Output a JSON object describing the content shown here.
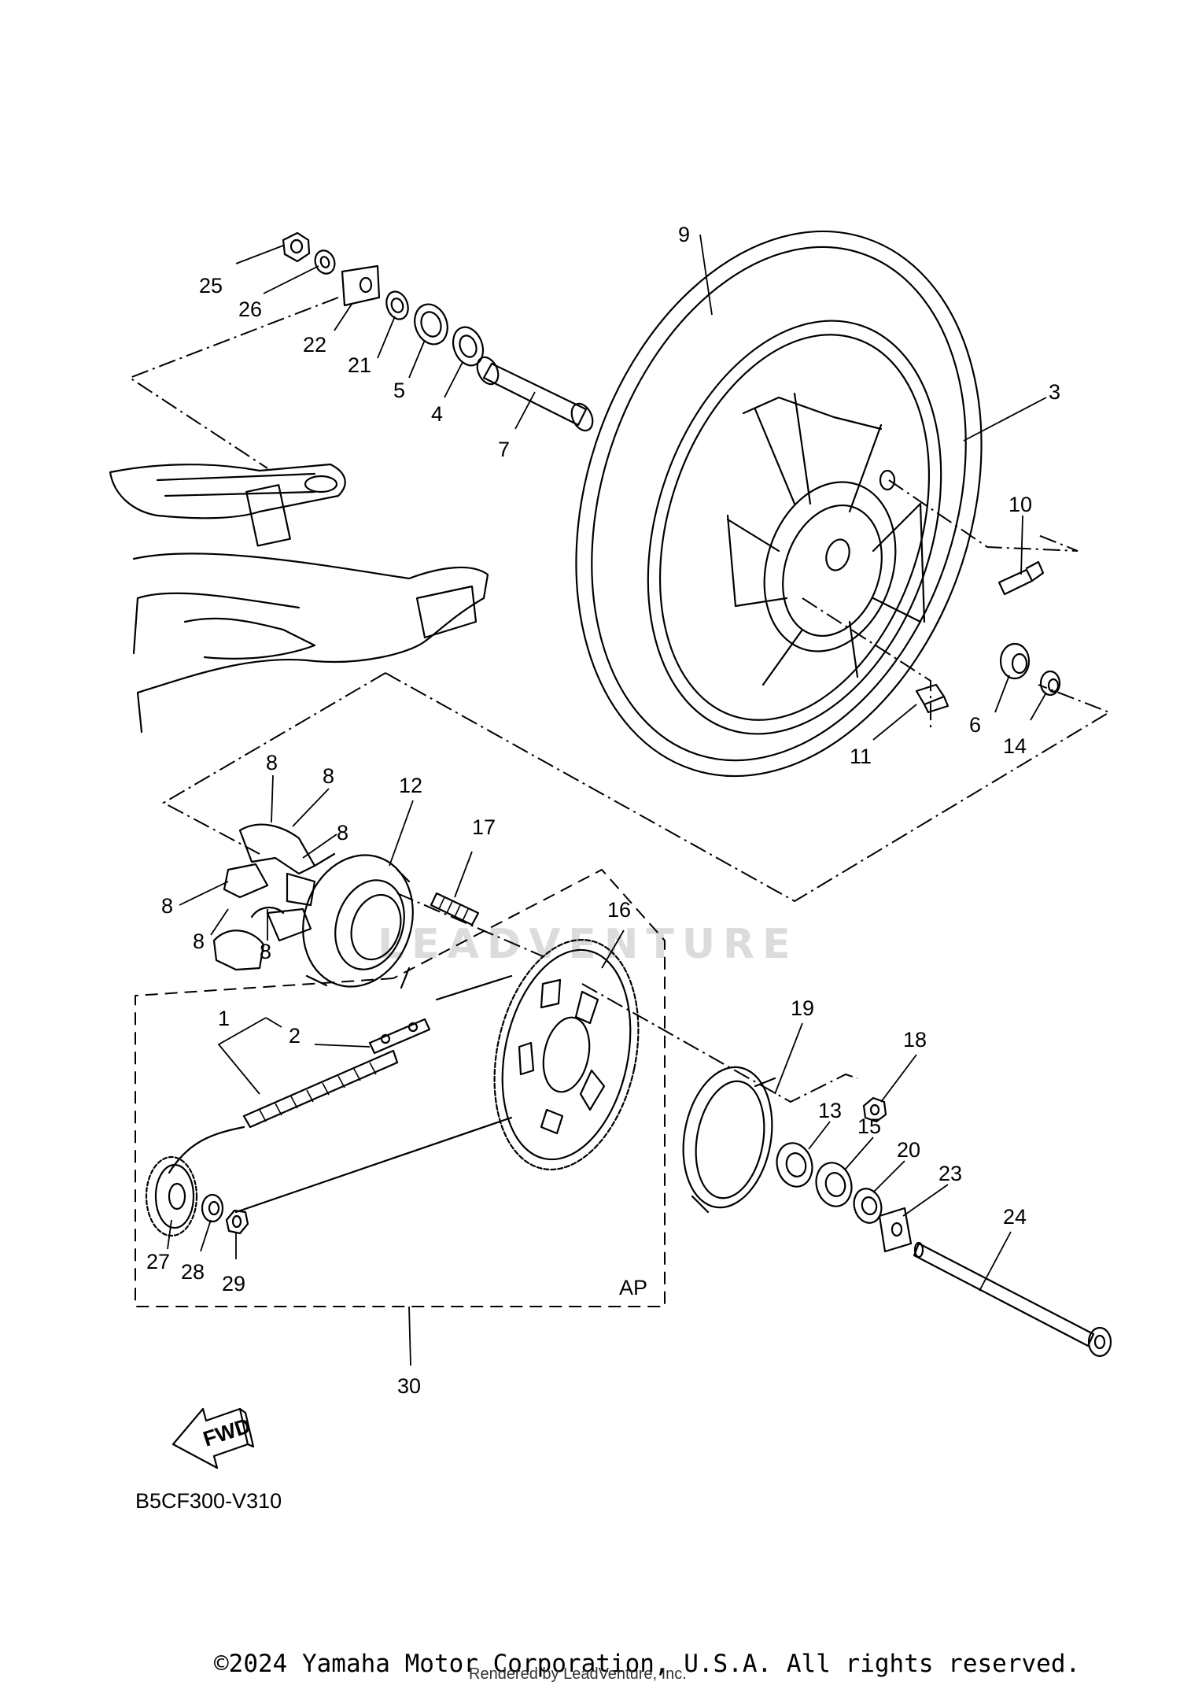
{
  "diagram_code": "B5CF300-V310",
  "copyright": "©2024 Yamaha Motor Corporation, U.S.A. All rights reserved.",
  "rendered_by": "Rendered by LeadVenture, Inc.",
  "watermark_text": "LEADVENTURE",
  "assembly_label": "AP",
  "direction_label": "FWD",
  "callouts": {
    "c1": "1",
    "c2": "2",
    "c3": "3",
    "c4": "4",
    "c5": "5",
    "c6": "6",
    "c7": "7",
    "c8a": "8",
    "c8b": "8",
    "c8c": "8",
    "c8d": "8",
    "c8e": "8",
    "c8f": "8",
    "c9": "9",
    "c10": "10",
    "c11": "11",
    "c12": "12",
    "c13": "13",
    "c14": "14",
    "c15": "15",
    "c16": "16",
    "c17": "17",
    "c18": "18",
    "c19": "19",
    "c20": "20",
    "c21": "21",
    "c22": "22",
    "c23": "23",
    "c24": "24",
    "c25": "25",
    "c26": "26",
    "c27": "27",
    "c28": "28",
    "c29": "29",
    "c30": "30"
  }
}
